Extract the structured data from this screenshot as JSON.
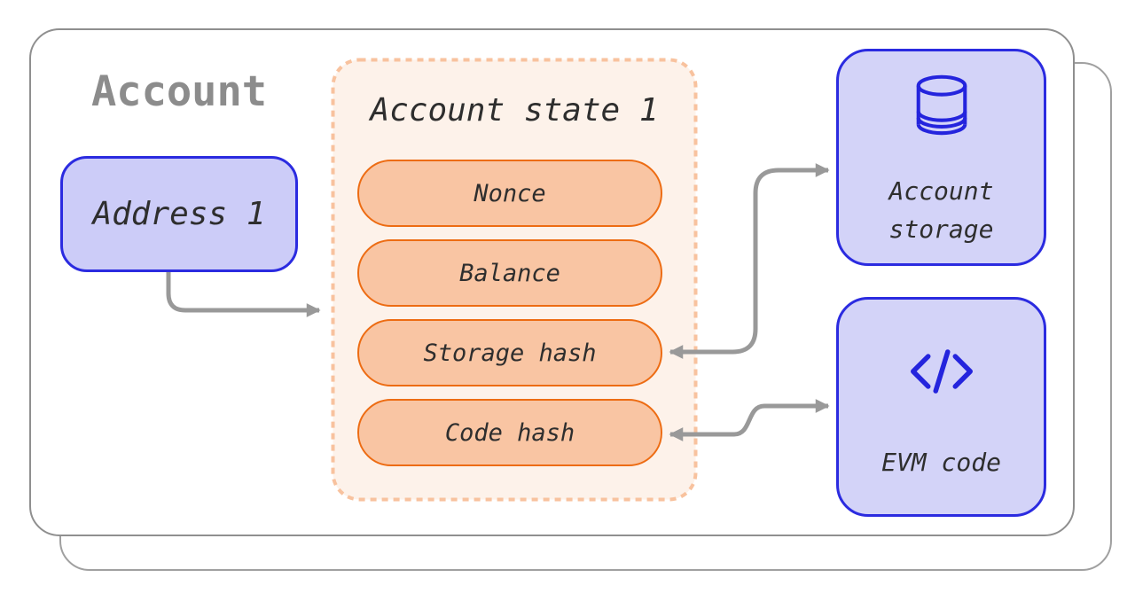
{
  "account": {
    "title": "Account",
    "address": {
      "label": "Address 1"
    },
    "state": {
      "title": "Account state 1",
      "fields": [
        "Nonce",
        "Balance",
        "Storage hash",
        "Code hash"
      ]
    },
    "storage": {
      "label_lines": [
        "Account",
        "storage"
      ],
      "icon": "database-icon"
    },
    "evm": {
      "label": "EVM code",
      "icon": "code-icon"
    },
    "connections": [
      {
        "from": "address-box",
        "to": "account-state-box",
        "heads": "end"
      },
      {
        "from": "storage-hash-field",
        "to": "account-storage-box",
        "heads": "both"
      },
      {
        "from": "code-hash-field",
        "to": "evm-code-box",
        "heads": "both"
      }
    ],
    "colors": {
      "accent_blue": "#2b2be0",
      "lavender_fill": "#d3d3f8",
      "orange_border": "#ed6c13",
      "orange_fill": "#f9c5a3",
      "cream_fill": "#fdf2ea",
      "dash_orange": "#f8c29e",
      "arrow_gray": "#999999",
      "text_dark": "#2e2e2e",
      "title_gray": "#8c8c8c",
      "card_border_gray": "#8f8f8f"
    }
  }
}
